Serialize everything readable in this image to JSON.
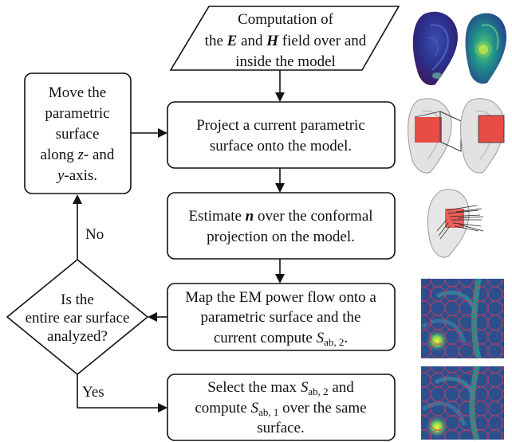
{
  "computation": {
    "line1": "Computation of",
    "line2_the": "the ",
    "line2_E": "E",
    "line2_and": " and ",
    "line2_H": "H",
    "line2_rest": " field over and",
    "line3": "inside the model"
  },
  "move_surface": {
    "line1": "Move the",
    "line2": "parametric",
    "line3": "surface",
    "line4_pre": "along ",
    "line4_z": "z",
    "line4_post": "- and",
    "line5_y": "y",
    "line5_post": "-axis."
  },
  "project": {
    "line1": "Project a current parametric",
    "line2": "surface onto the model."
  },
  "estimate": {
    "line1_pre": "Estimate ",
    "line1_n": "n",
    "line1_post": " over the conformal",
    "line2": "projection on the model."
  },
  "map_power": {
    "line1": "Map the EM power flow onto a",
    "line2": "parametric surface and the",
    "line3_pre": "current compute ",
    "line3_S": "S",
    "line3_sub": "ab, 2",
    "line3_post": "."
  },
  "decision": {
    "line1": "Is the",
    "line2": "entire ear surface",
    "line3": "analyzed?"
  },
  "select_max": {
    "line1_pre": "Select the max ",
    "line1_S": "S",
    "line1_sub": "ab, 2",
    "line1_post": " and",
    "line2_pre": "compute ",
    "line2_S": "S",
    "line2_sub": "ab, 1",
    "line2_post": " over the same",
    "line3": "surface."
  },
  "labels": {
    "no": "No",
    "yes": "Yes"
  }
}
